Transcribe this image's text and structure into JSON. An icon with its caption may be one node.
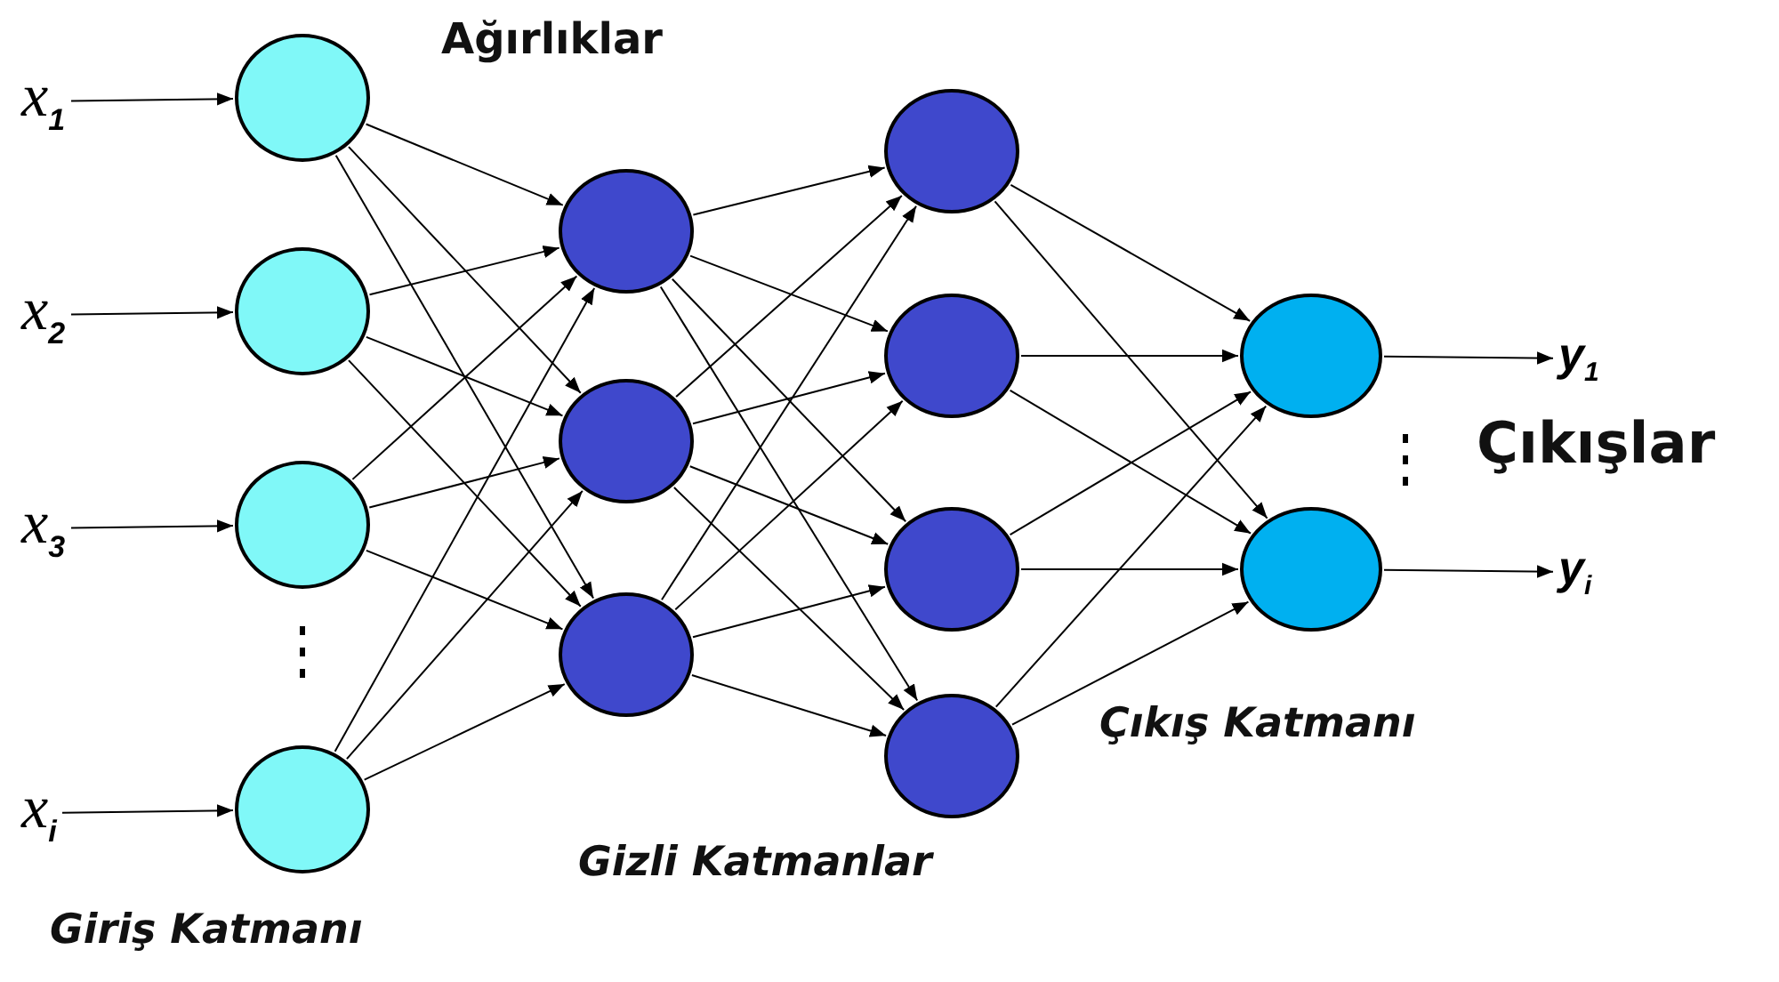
{
  "diagram": {
    "nodes": [
      {
        "text": [
          "x$_{1}$"
        ]
      },
      {
        "text": [
          "x$_{2}$"
        ]
      },
      {
        "text": [
          "x$_{3}$"
        ]
      },
      {
        "text": [
          "x$_{i}$"
        ]
      },
      {
        "text": [],
        "shape": "circle"
      },
      {
        "text": [],
        "shape": "circle"
      },
      {
        "text": [],
        "shape": "circle"
      },
      {
        "text": [],
        "shape": "circle"
      },
      {
        "text": [],
        "shape": "circle"
      },
      {
        "text": [],
        "shape": "circle"
      },
      {
        "text": [],
        "shape": "circle"
      },
      {
        "text": [],
        "shape": "circle"
      },
      {
        "text": [],
        "shape": "circle"
      },
      {
        "text": [],
        "shape": "circle"
      },
      {
        "text": [],
        "shape": "circle"
      },
      {
        "text": [],
        "shape": "circle"
      },
      {
        "text": [],
        "shape": "circle"
      },
      {
        "text": [
          "y$_{1}$"
        ]
      },
      {
        "text": [
          "y$_{i}$"
        ]
      }
    ],
    "edges": [
      {
        "from": 0,
        "to": 4,
        "arrow": "to"
      },
      {
        "from": 1,
        "to": 5,
        "arrow": "to"
      },
      {
        "from": 2,
        "to": 6,
        "arrow": "to"
      },
      {
        "from": 3,
        "to": 7,
        "arrow": "to"
      },
      {
        "from": 4,
        "to": 8,
        "arrow": "to"
      },
      {
        "from": 4,
        "to": 9,
        "arrow": "to"
      },
      {
        "from": 4,
        "to": 10,
        "arrow": "to"
      },
      {
        "from": 5,
        "to": 8,
        "arrow": "to"
      },
      {
        "from": 5,
        "to": 9,
        "arrow": "to"
      },
      {
        "from": 5,
        "to": 10,
        "arrow": "to"
      },
      {
        "from": 6,
        "to": 8,
        "arrow": "to"
      },
      {
        "from": 6,
        "to": 9,
        "arrow": "to"
      },
      {
        "from": 6,
        "to": 10,
        "arrow": "to"
      },
      {
        "from": 7,
        "to": 8,
        "arrow": "to"
      },
      {
        "from": 7,
        "to": 9,
        "arrow": "to"
      },
      {
        "from": 7,
        "to": 10,
        "arrow": "to"
      },
      {
        "from": 8,
        "to": 11,
        "arrow": "to"
      },
      {
        "from": 8,
        "to": 12,
        "arrow": "to"
      },
      {
        "from": 8,
        "to": 13,
        "arrow": "to"
      },
      {
        "from": 8,
        "to": 14,
        "arrow": "to"
      },
      {
        "from": 9,
        "to": 11,
        "arrow": "to"
      },
      {
        "from": 9,
        "to": 12,
        "arrow": "to"
      },
      {
        "from": 9,
        "to": 13,
        "arrow": "to"
      },
      {
        "from": 9,
        "to": 14,
        "arrow": "to"
      },
      {
        "from": 10,
        "to": 11,
        "arrow": "to"
      },
      {
        "from": 10,
        "to": 12,
        "arrow": "to"
      },
      {
        "from": 10,
        "to": 13,
        "arrow": "to"
      },
      {
        "from": 10,
        "to": 14,
        "arrow": "to"
      },
      {
        "from": 11,
        "to": 15,
        "arrow": "to"
      },
      {
        "from": 11,
        "to": 16,
        "arrow": "to"
      },
      {
        "from": 12,
        "to": 15,
        "arrow": "to"
      },
      {
        "from": 12,
        "to": 16,
        "arrow": "to"
      },
      {
        "from": 13,
        "to": 15,
        "arrow": "to"
      },
      {
        "from": 13,
        "to": 16,
        "arrow": "to"
      },
      {
        "from": 14,
        "to": 15,
        "arrow": "to"
      },
      {
        "from": 14,
        "to": 16,
        "arrow": "to"
      },
      {
        "from": 15,
        "to": 17,
        "arrow": "to"
      },
      {
        "from": 16,
        "to": 18,
        "arrow": "to"
      }
    ],
    "labels": [
      "Ağırlıklar",
      "Çıkışlar",
      "Çıkış Katmanı",
      "Gizli Katmanlar",
      "Giriş Katmanı"
    ]
  }
}
